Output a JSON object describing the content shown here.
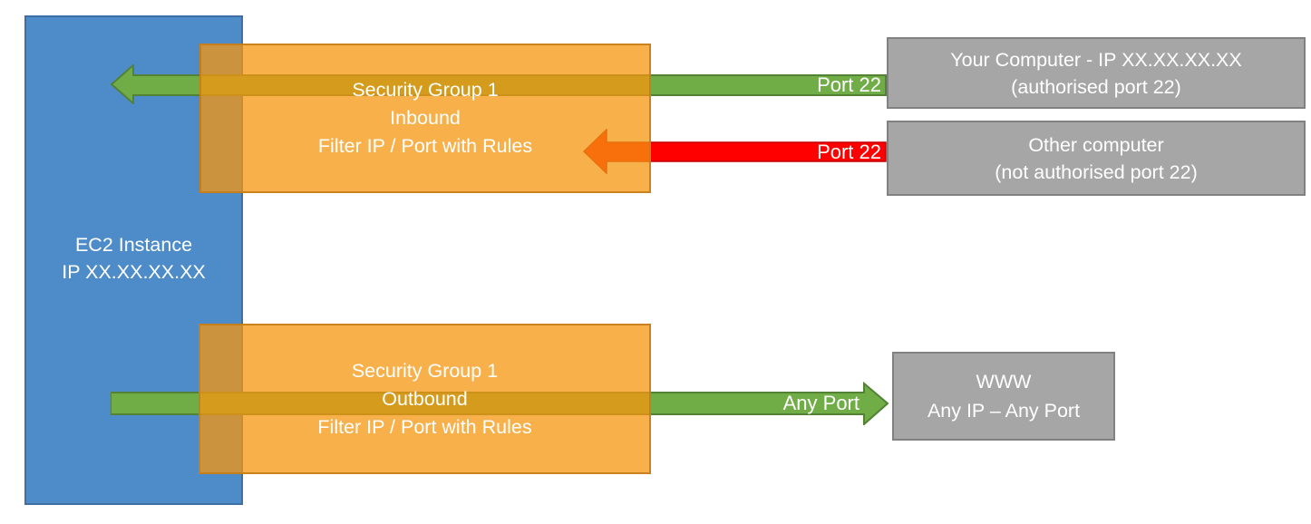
{
  "colors": {
    "ec2_blue": "#4E8CC9",
    "security_group_orange": "#F69913",
    "allowed_green": "#70AD47",
    "blocked_red": "#FF0000",
    "external_gray": "#A6A6A6"
  },
  "ec2": {
    "lines": [
      "EC2 Instance",
      "IP XX.XX.XX.XX"
    ]
  },
  "inbound_sg": {
    "lines": [
      "Security Group 1",
      "Inbound",
      "Filter IP / Port with Rules"
    ]
  },
  "outbound_sg": {
    "lines": [
      "Security Group 1",
      "Outbound",
      "Filter IP / Port with Rules"
    ]
  },
  "your_computer": {
    "lines": [
      "Your Computer - IP XX.XX.XX.XX",
      "(authorised port 22)"
    ]
  },
  "other_computer": {
    "lines": [
      "Other computer",
      "(not authorised port 22)"
    ]
  },
  "www": {
    "lines": [
      "WWW",
      "Any IP – Any Port"
    ]
  },
  "arrows": {
    "inbound_allowed_label": "Port 22",
    "inbound_blocked_label": "Port 22",
    "outbound_label": "Any Port"
  }
}
